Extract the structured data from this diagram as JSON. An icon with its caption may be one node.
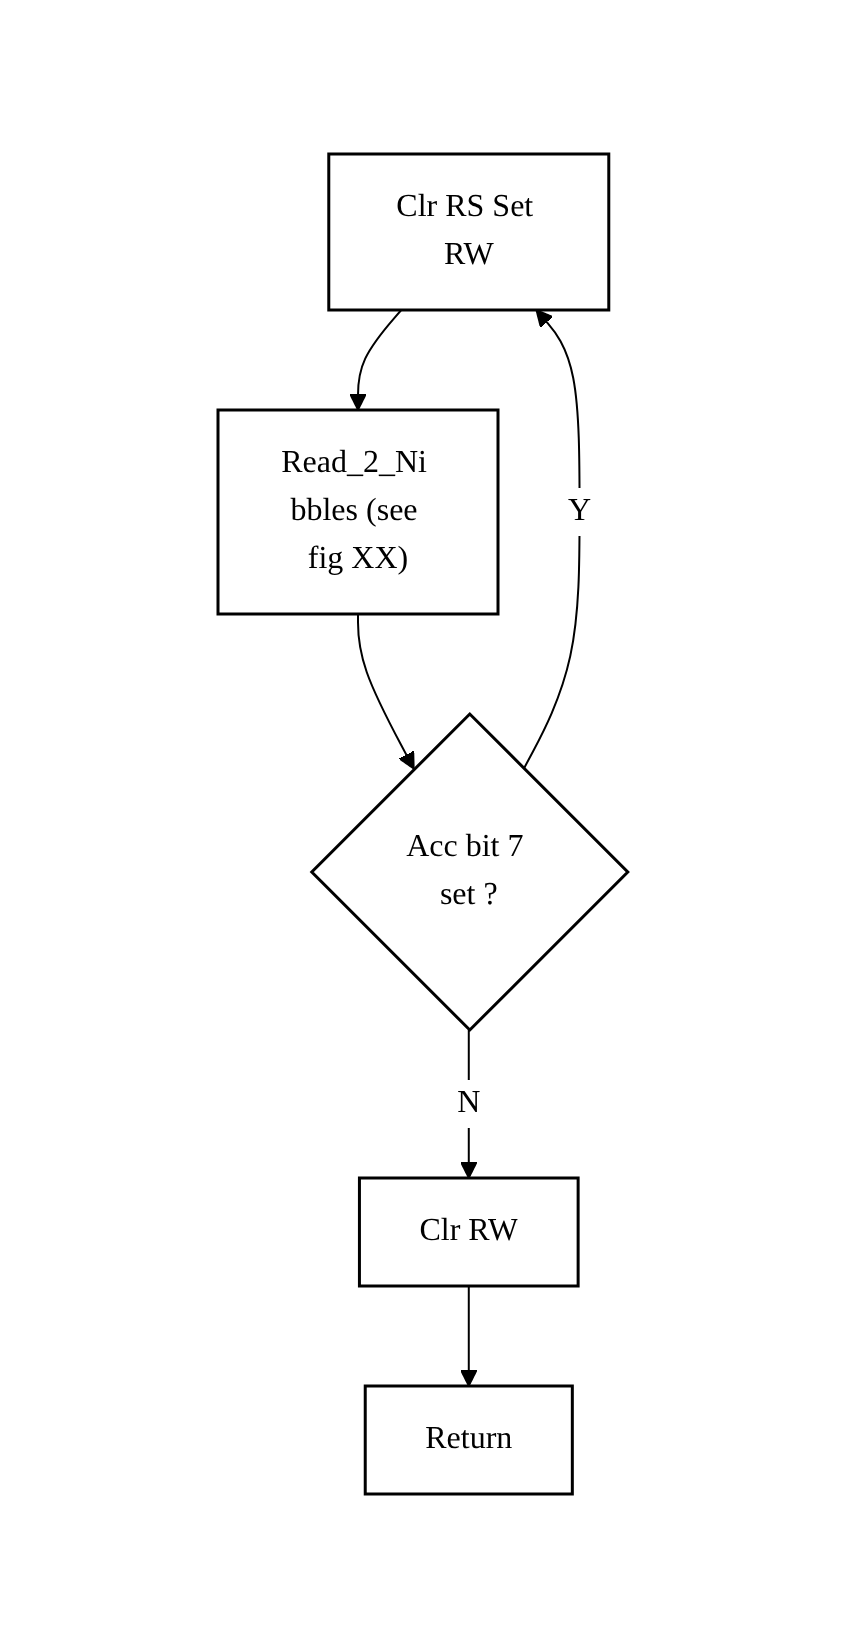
{
  "diagram": {
    "nodes": [
      {
        "text": [
          "Clr RS Set RW"
        ]
      },
      {
        "text": [
          "Read_2_Ni bbles (see fig XX)"
        ]
      },
      {
        "text": [
          "Acc bit 7 set ?"
        ]
      },
      {
        "text": [
          "Clr RW"
        ]
      },
      {
        "text": [
          "Return"
        ]
      }
    ],
    "edges": [
      {
        "from": 0,
        "to": 1,
        "arrow": "to"
      },
      {
        "from": 1,
        "to": 2,
        "arrow": "to"
      },
      {
        "from": 2,
        "to": 0,
        "arrow": "to",
        "label": "Y"
      },
      {
        "from": 2,
        "to": 3,
        "arrow": "to",
        "label": "N"
      },
      {
        "from": 3,
        "to": 4,
        "arrow": "to"
      }
    ]
  }
}
